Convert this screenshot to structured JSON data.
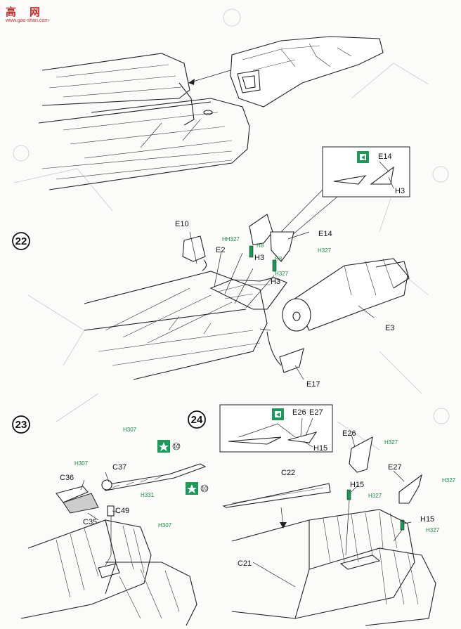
{
  "watermark": {
    "brand": "高",
    "brand2": "网",
    "url": "www.gao-shan.com"
  },
  "steps": [
    {
      "number": "22"
    },
    {
      "number": "23"
    },
    {
      "number": "24"
    }
  ],
  "labels": {
    "e10": "E10",
    "e2": "E2",
    "h3a": "H3",
    "h3b": "H3",
    "e14": "E14",
    "e3": "E3",
    "e17": "E17",
    "c36": "C36",
    "c37": "C37",
    "c35": "C35",
    "c49": "C49",
    "c22": "C22",
    "c21": "C21",
    "e26": "E26",
    "e27": "E27",
    "h15a": "H15",
    "h15b": "H15"
  },
  "inset1": {
    "e14": "E14",
    "h3": "H3"
  },
  "inset2": {
    "e26": "E26",
    "e27": "E27",
    "h15": "H15"
  },
  "paints": {
    "h327": "H327",
    "h8": "H8",
    "h307": "H307",
    "h331": "H331"
  },
  "decals": {
    "d10": "10"
  },
  "colors": {
    "paint": "#1a8a4a",
    "marker": "#1a9a58",
    "watermark": "#cc2a2a"
  }
}
